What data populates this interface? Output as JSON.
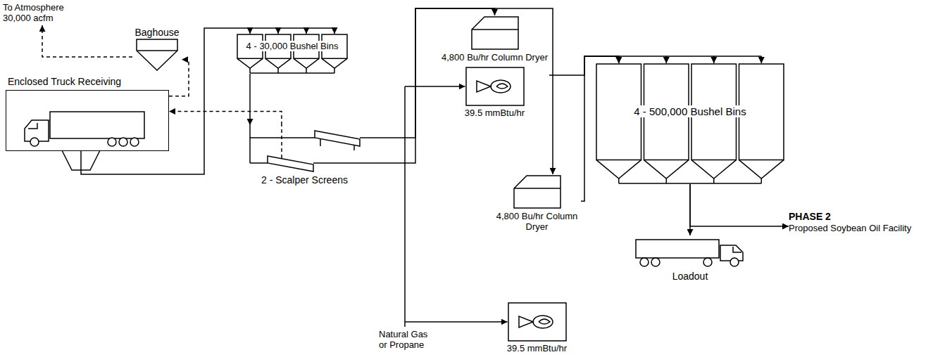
{
  "diagram": {
    "nodes": [
      {
        "text": [
          "Baghouse"
        ]
      },
      {
        "text": [
          "Enclosed Truck Receiving"
        ]
      },
      {
        "text": [
          "4 - 30,000 Bushel Bins"
        ]
      },
      {
        "text": [
          "2 - Scalper Screens"
        ]
      },
      {
        "text": [
          "4,800 Bu/hr Column Dryer",
          "39.5 mmBtu/hr"
        ]
      },
      {
        "text": [
          "4,800 Bu/hr Column Dryer",
          "39.5 mmBtu/hr"
        ]
      },
      {
        "text": [
          "4 - 500,000 Bushel Bins"
        ]
      },
      {
        "text": [
          "Loadout"
        ]
      },
      {
        "text": [
          "PHASE 2",
          "Proposed Soybean Oil Facility"
        ]
      }
    ],
    "edges": [
      {
        "from": 1,
        "to": 0,
        "arrow": "to"
      },
      {
        "from": 3,
        "to": 1,
        "arrow": "to"
      },
      {
        "from": 1,
        "to": 2,
        "arrow": "to"
      },
      {
        "from": 2,
        "to": 3,
        "arrow": "to"
      },
      {
        "from": 3,
        "to": 4,
        "arrow": "to"
      },
      {
        "from": 3,
        "to": 5,
        "arrow": "to"
      },
      {
        "from": 4,
        "to": 6,
        "arrow": "to"
      },
      {
        "from": 5,
        "to": 6,
        "arrow": "to"
      },
      {
        "from": 6,
        "to": 7,
        "arrow": "to"
      },
      {
        "from": 6,
        "to": 8,
        "arrow": "to"
      }
    ],
    "labels": [
      "To Atmosphere 30,000 acfm",
      "Natural Gas or Propane"
    ]
  }
}
